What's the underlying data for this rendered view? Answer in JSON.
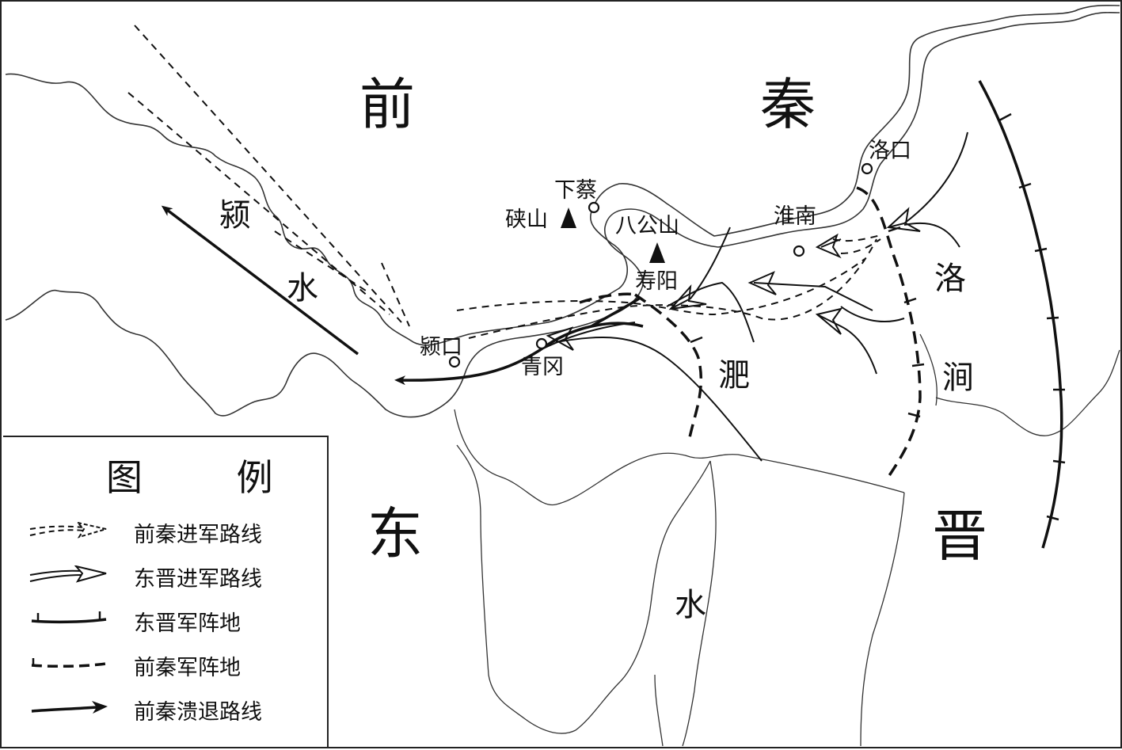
{
  "regions": {
    "qian": "前",
    "qin": "秦",
    "dong": "东",
    "jin": "晋"
  },
  "rivers": {
    "ying": "颍",
    "ying_shui": "水",
    "fei": "淝",
    "fei_shui": "水",
    "luo": "洛",
    "jian": "涧"
  },
  "places": {
    "luokou": "洛口",
    "xiacai": "下蔡",
    "xiashan": "硖山",
    "bagongshan": "八公山",
    "huainan": "淮南",
    "shouyang": "寿阳",
    "yingkou": "颍口",
    "qinggang": "青冈"
  },
  "legend": {
    "title": "图 例",
    "items": [
      {
        "label": "前秦进军路线",
        "icon": "hollow-dashed-arrow"
      },
      {
        "label": "东晋进军路线",
        "icon": "hollow-arrow"
      },
      {
        "label": "东晋军阵地",
        "icon": "solid-tick-line"
      },
      {
        "label": "前秦军阵地",
        "icon": "dashed-line"
      },
      {
        "label": "前秦溃退路线",
        "icon": "solid-arrow"
      }
    ]
  },
  "colors": {
    "ink": "#111111",
    "paper": "#ffffff"
  }
}
